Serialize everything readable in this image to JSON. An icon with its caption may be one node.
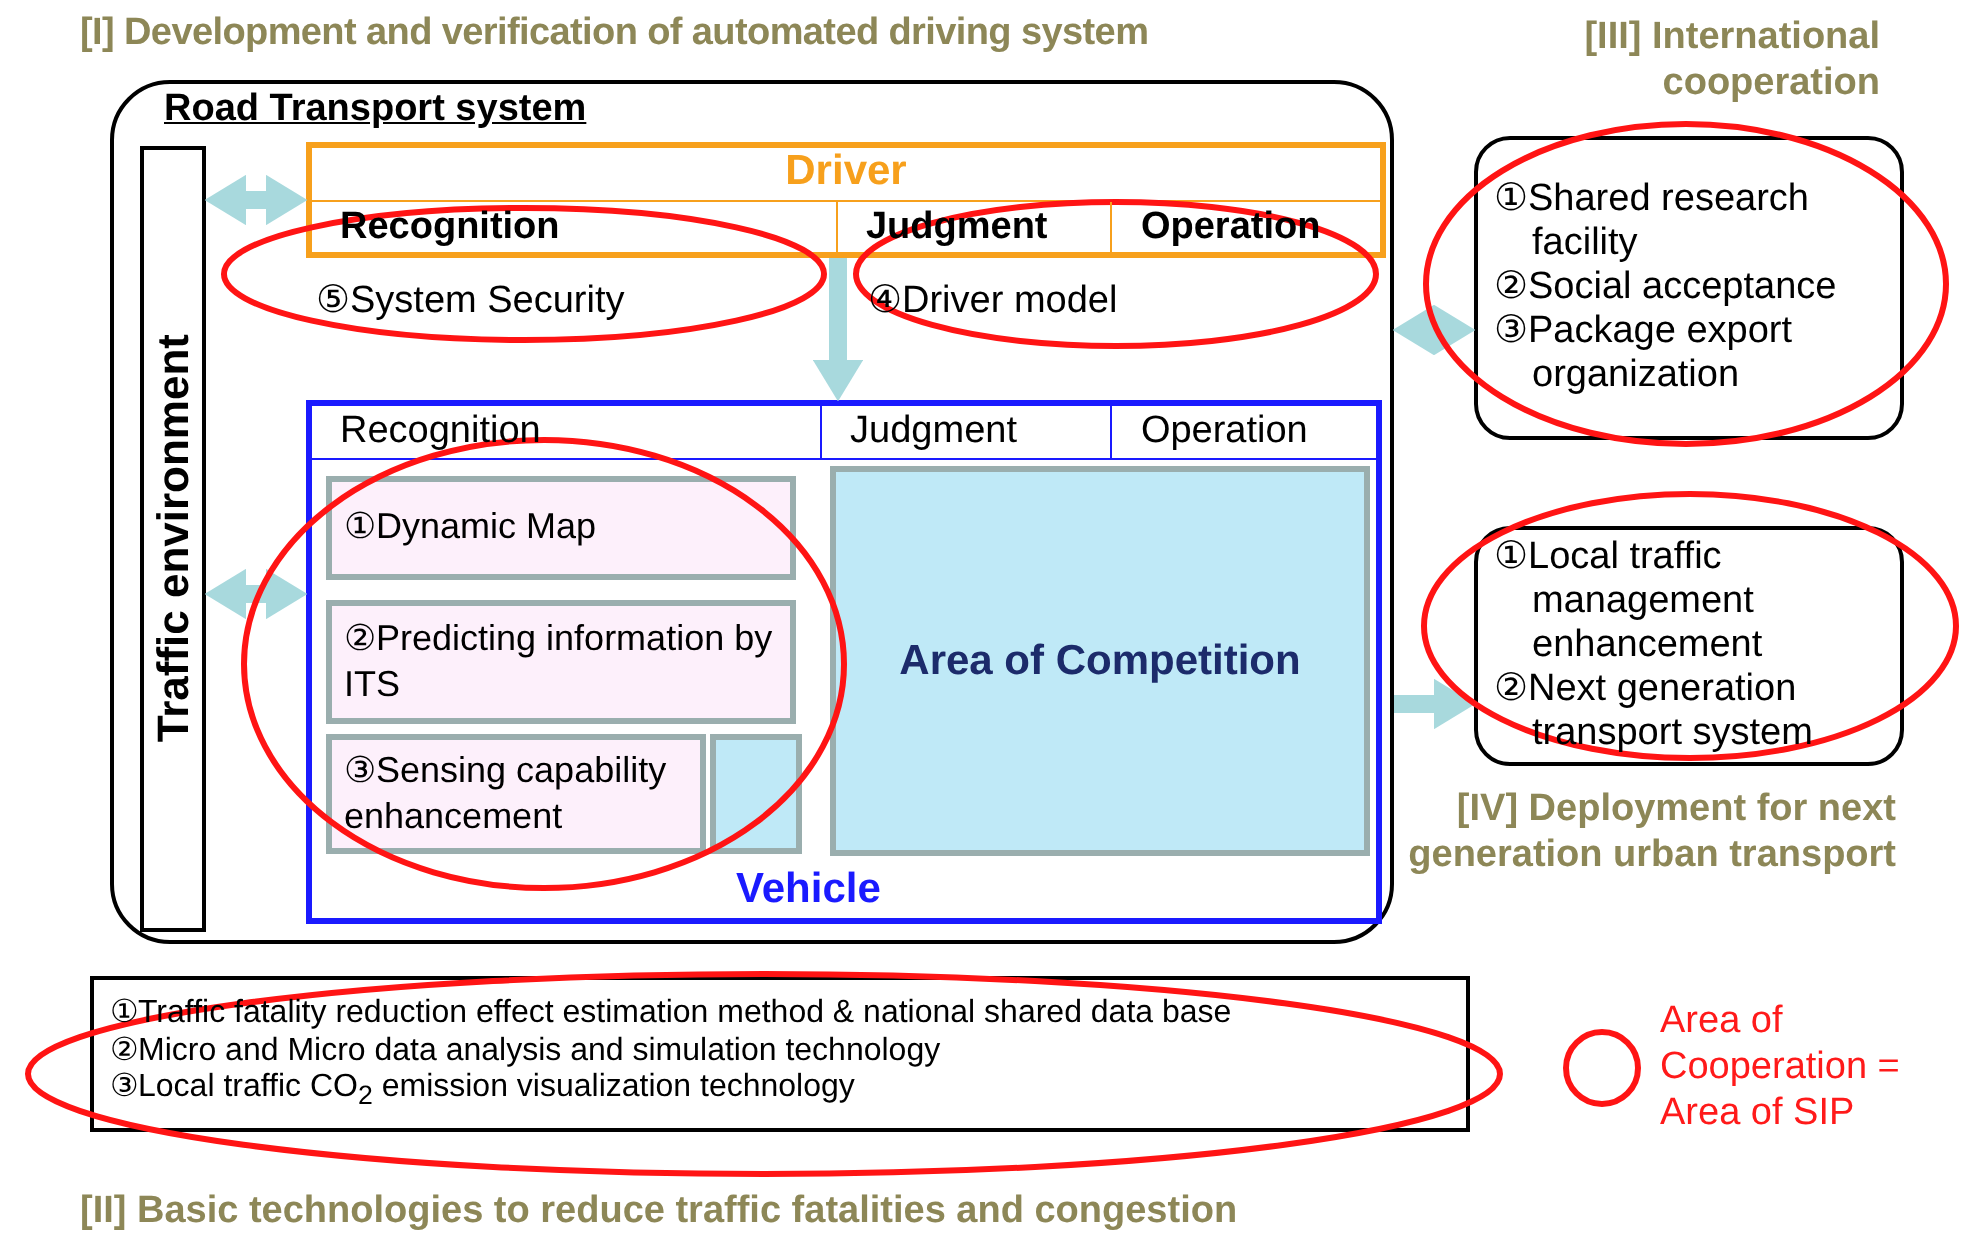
{
  "diagram": {
    "title": "[I] Development and verification of automated driving system",
    "nodes": [
      {
        "text": [
          "Road Transport system"
        ]
      },
      {
        "text": [
          "Traffic environment"
        ],
        "in": 0
      },
      {
        "text": [
          "Driver",
          "Recognition",
          "Judgment",
          "Operation"
        ],
        "in": 0
      },
      {
        "text": [
          "Recognition",
          "Judgment",
          "Operation",
          "Vehicle"
        ],
        "in": 0
      },
      {
        "text": [
          "①Dynamic Map"
        ],
        "in": 3
      },
      {
        "text": [
          "②Predicting information by ITS"
        ],
        "in": 3
      },
      {
        "text": [
          "③Sensing capability enhancement"
        ],
        "in": 3
      },
      {
        "text": [
          "Area of Competition"
        ],
        "in": 3
      },
      {
        "text": [
          "[III] International cooperation",
          "①Shared research facility",
          "②Social acceptance",
          "③Package export organization"
        ]
      },
      {
        "text": [
          "①Local traffic management enhancement",
          "②Next generation transport system",
          "[IV] Deployment for next generation urban transport"
        ]
      },
      {
        "text": [
          "①Traffic fatality reduction effect estimation method & national shared data base",
          "②Micro and Micro data analysis and simulation technology",
          "③Local traffic CO$_{2}$ emission visualization technology",
          "[II] Basic technologies to reduce traffic fatalities and congestion"
        ]
      }
    ],
    "edges": [
      {
        "from": 1,
        "to": 2,
        "arrow": "both"
      },
      {
        "from": 1,
        "to": 3,
        "arrow": "both"
      },
      {
        "from": 2,
        "to": 3,
        "arrow": "to"
      },
      {
        "from": 0,
        "to": 8,
        "arrow": "both"
      },
      {
        "from": 0,
        "to": 9,
        "arrow": "to"
      }
    ],
    "labels": [
      "⑤System Security",
      "④Driver model"
    ],
    "legend": [
      {
        "text": "Area of Cooperation = Area of SIP"
      }
    ]
  }
}
